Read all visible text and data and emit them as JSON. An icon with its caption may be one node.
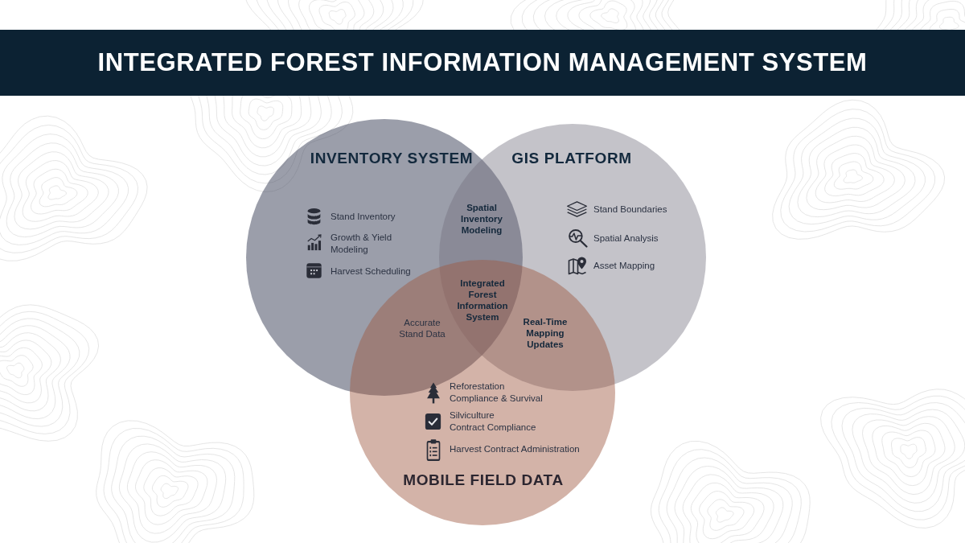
{
  "diagram": {
    "title": "INTEGRATED FOREST INFORMATION MANAGEMENT SYSTEM",
    "nodes": [
      {
        "text": [
          "INVENTORY SYSTEM",
          "Stand Inventory",
          "Growth & Yield Modeling",
          "Harvest Scheduling"
        ]
      },
      {
        "text": [
          "GIS PLATFORM",
          "Stand Boundaries",
          "Spatial Analysis",
          "Asset Mapping"
        ]
      },
      {
        "text": [
          "Reforestation Compliance & Survival",
          "Silviculture Contract Compliance",
          "Harvest Contract Administration",
          "MOBILE FIELD DATA"
        ]
      }
    ],
    "labels": [
      "Spatial Inventory Modeling",
      "Integrated Forest Information System",
      "Accurate Stand Data",
      "Real-Time Mapping Updates"
    ]
  }
}
